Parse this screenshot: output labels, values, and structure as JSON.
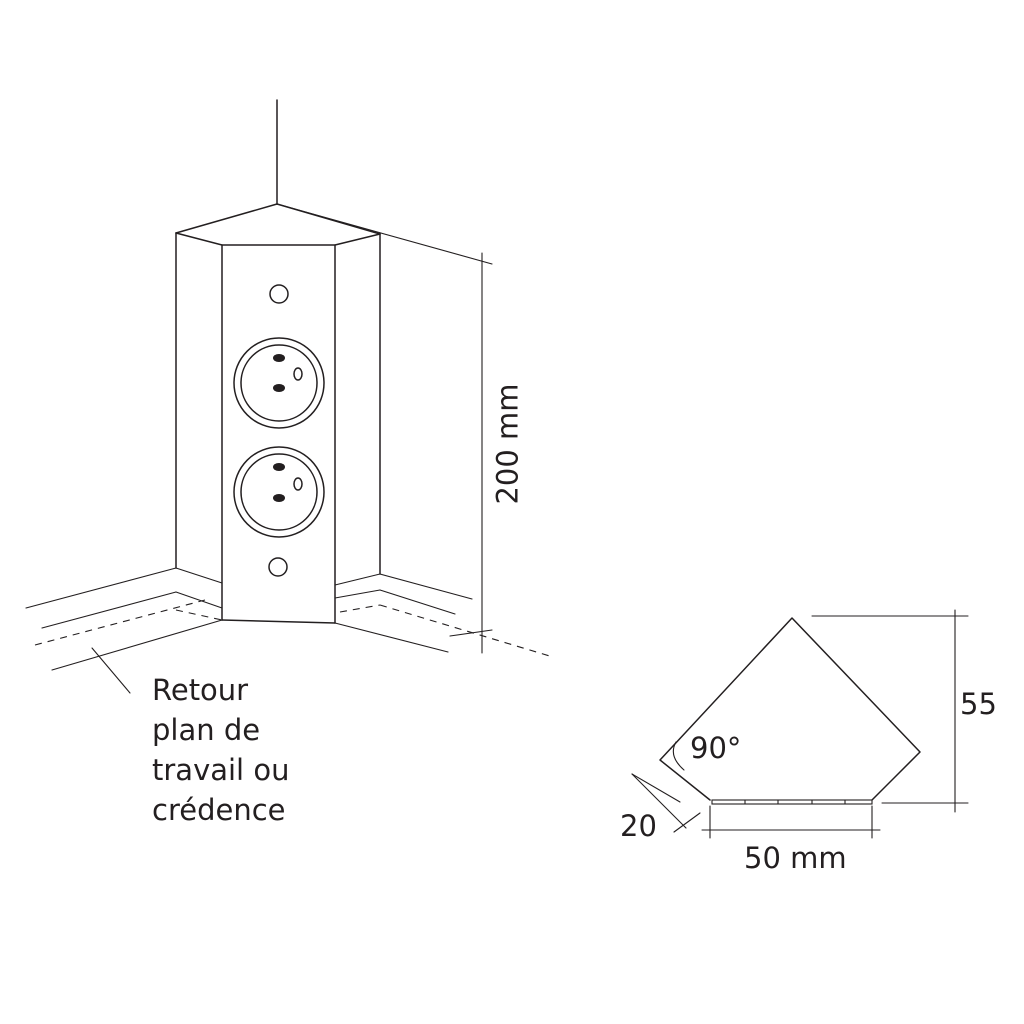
{
  "labels": {
    "height_dimension": "200 mm",
    "worktop_note": [
      "Retour",
      "plan de",
      "travail ou",
      "crédence"
    ],
    "depth_dimension": "55",
    "angle": "90°",
    "side_dimension": "20",
    "front_width_dimension": "50 mm"
  },
  "colors": {
    "line": "#231f20",
    "background": "#ffffff"
  },
  "product": {
    "outlet_count": 2,
    "screw_count": 2
  }
}
